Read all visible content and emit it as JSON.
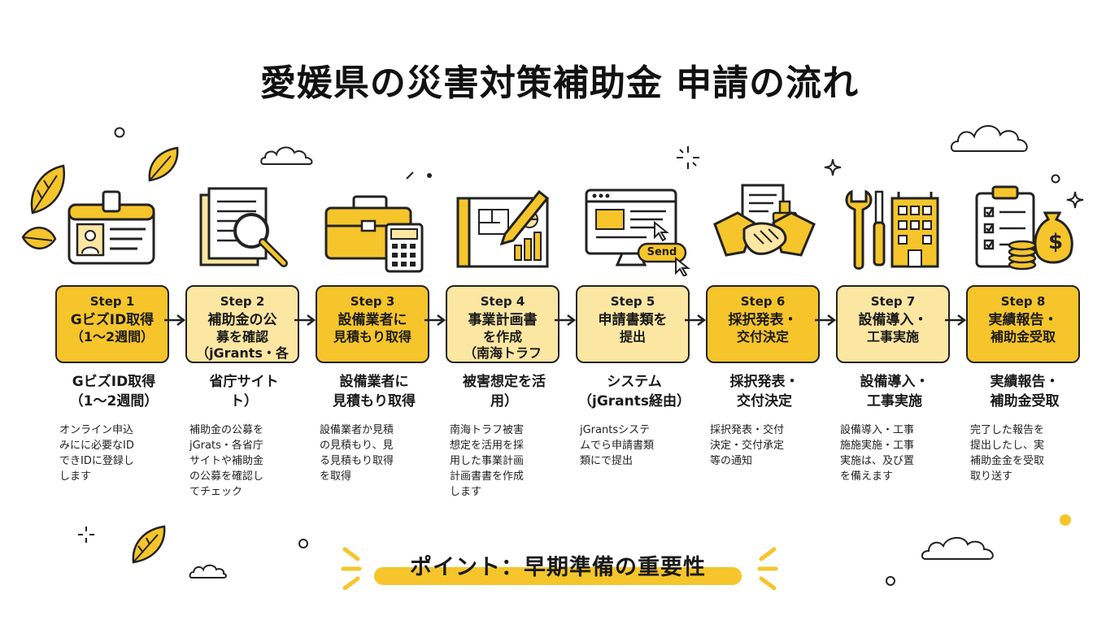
{
  "title": "愛媛県の災害対策補助金 申請の流れ",
  "colors": {
    "accent": "#f5c52b",
    "accent_light": "#fbe6a2",
    "outline": "#222222"
  },
  "steps": [
    {
      "num": "Step 1",
      "label": "GビズID取得",
      "sub": "（1〜2週間）",
      "sub2": [
        "GビズID取得",
        "（1〜2週間）"
      ],
      "desc": [
        "オンライン申込",
        "みにに必要なID",
        "できIDに登録し",
        "します"
      ],
      "icon": "id-card-icon"
    },
    {
      "num": "Step 2",
      "label": "補助金の公",
      "sub": "募を確認",
      "sub_extra": "（jGrants・各",
      "sub2": [
        "省庁サイト",
        "ト）"
      ],
      "desc": [
        "補助金の公募を",
        "jGrats・各省庁",
        "サイトや補助金",
        "の公募を確認し",
        "てチェック"
      ],
      "icon": "document-search-icon"
    },
    {
      "num": "Step 3",
      "label": "設備業者に",
      "sub": "見積もり取得",
      "sub2": [
        "設備業者に",
        "見積もり取得"
      ],
      "desc": [
        "設備業者か見積",
        "の見積もり、見",
        "る見積もり取得",
        "を取得"
      ],
      "icon": "toolbox-calculator-icon"
    },
    {
      "num": "Step 4",
      "label": "事業計画書",
      "sub": "を作成",
      "sub_extra": "（南海トラフ",
      "sub2": [
        "被害想定を活",
        "用）"
      ],
      "desc": [
        "南海トラフ被害",
        "想定を活用を採",
        "用した事業計画",
        "計画書書を作成",
        "します"
      ],
      "icon": "blueprint-pencil-icon"
    },
    {
      "num": "Step 5",
      "label": "申請書類を",
      "sub": "提出",
      "sub2": [
        "システム",
        "（jGrants経由）"
      ],
      "desc": [
        "jGrantsシステ",
        "ムでら申請書類",
        "類にで提出"
      ],
      "icon": "send-monitor-icon",
      "send_label": "Send"
    },
    {
      "num": "Step 6",
      "label": "採択発表・",
      "sub": "交付決定",
      "sub2": [
        "採択発表・",
        "交付決定"
      ],
      "desc": [
        "採択発表・交付",
        "決定・交付承定",
        "等の通知"
      ],
      "icon": "handshake-icon"
    },
    {
      "num": "Step 7",
      "label": "設備導入・",
      "sub": "工事実施",
      "sub2": [
        "設備導入・",
        "工事実施"
      ],
      "desc": [
        "設備導入・工事",
        "施施実施・工事",
        "実施は、及び置",
        "を備えます"
      ],
      "icon": "tools-building-icon"
    },
    {
      "num": "Step 8",
      "label": "実績報告・",
      "sub": "補助金受取",
      "sub2": [
        "実績報告・",
        "補助金受取"
      ],
      "desc": [
        "完了した報告を",
        "提出したし、実",
        "補助金金を受取",
        "取り送す"
      ],
      "icon": "checklist-money-icon"
    }
  ],
  "point": "ポイント：早期準備の重要性"
}
